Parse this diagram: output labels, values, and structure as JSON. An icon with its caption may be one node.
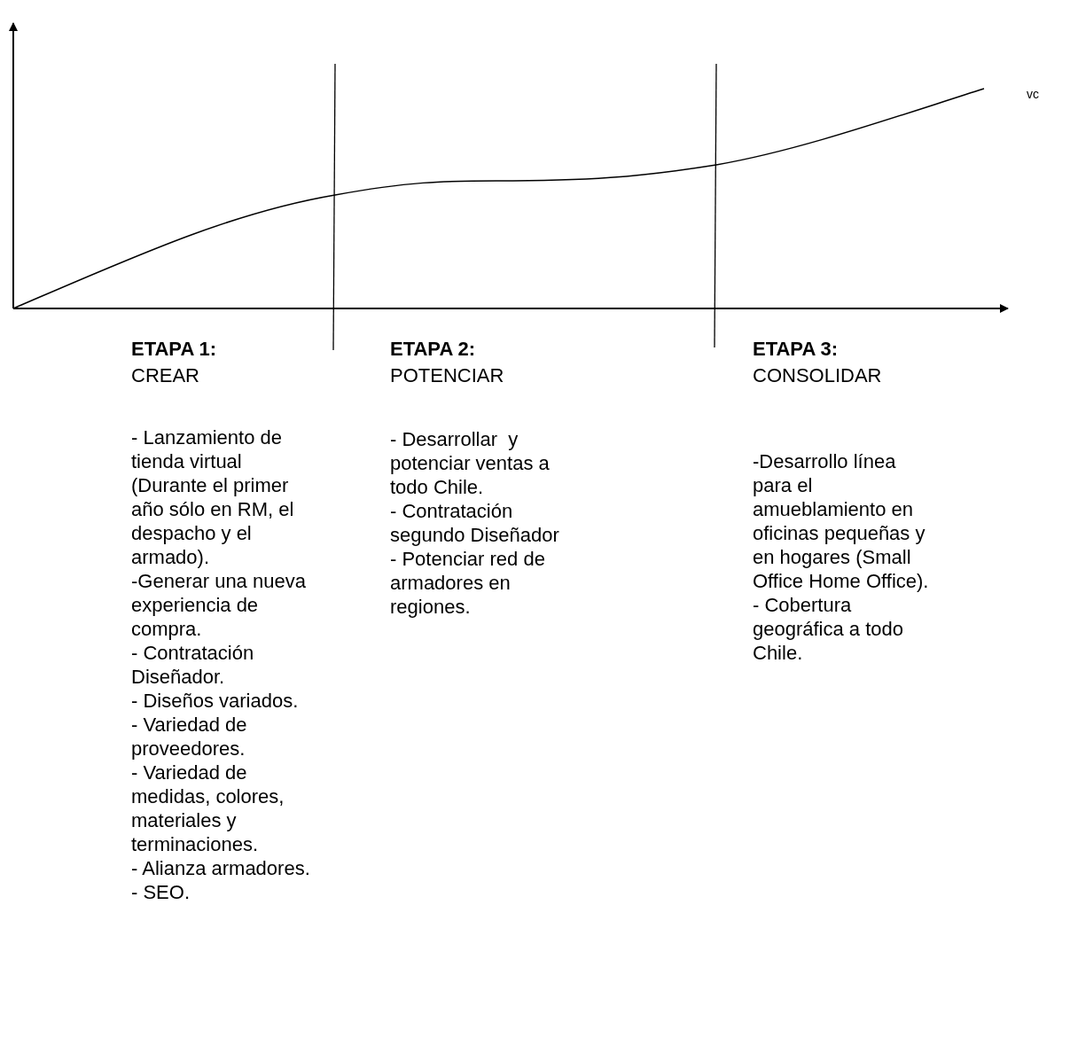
{
  "diagram": {
    "labels": [
      "vc",
      "ETAPA 1:",
      "CREAR",
      "ETAPA 2:",
      "POTENCIAR",
      "ETAPA 3:",
      "CONSOLIDAR",
      "- Lanzamiento de tienda virtual (Durante el primer año sólo en RM, el despacho y el armado).",
      "-Generar una nueva experiencia de compra.",
      "- Contratación Diseñador.",
      "- Diseños variados.",
      "- Variedad de proveedores.",
      "- Variedad de medidas, colores, materiales y terminaciones.",
      "- Alianza armadores.",
      "- SEO.",
      "- Desarrollar  y potenciar ventas a todo Chile.",
      "- Contratación segundo Diseñador",
      "- Potenciar red de armadores en regiones.",
      "-Desarrollo línea para el amueblamiento en oficinas pequeñas y en hogares (Small Office Home Office).",
      "- Cobertura geográfica a todo Chile."
    ]
  }
}
